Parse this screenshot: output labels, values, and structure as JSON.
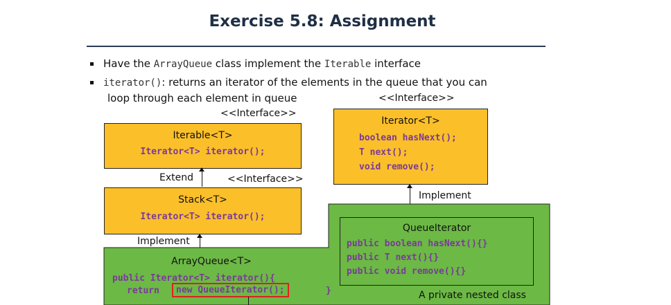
{
  "title": "Exercise 5.8: Assignment",
  "bullets": {
    "b1": {
      "pre": "Have the ",
      "code1": "ArrayQueue",
      "mid": " class implement the ",
      "code2": "Iterable",
      "post": " interface"
    },
    "b2": {
      "code": "iterator()",
      "text1": ": returns an iterator of the elements in the queue that you can",
      "text2": "loop through each element in queue"
    }
  },
  "labels": {
    "interface1": "<<Interface>>",
    "interface2": "<<Interface>>",
    "interface3": "<<Interface>>",
    "extend": "Extend",
    "implement_left": "Implement",
    "implement_right": "Implement",
    "private_nested": "A private nested class"
  },
  "iterable": {
    "name": "Iterable<T>",
    "code": "Iterator<T> iterator();"
  },
  "stack": {
    "name": "Stack<T>",
    "code": "Iterator<T> iterator();"
  },
  "iterator": {
    "name": "Iterator<T>",
    "lines": [
      "boolean hasNext();",
      "T next();",
      "void remove();"
    ]
  },
  "arrayqueue": {
    "name": "ArrayQueue<T>",
    "line1": "public Iterator<T> iterator(){",
    "line2a": "return",
    "line2b": "new QueueIterator();",
    "line2c": "}"
  },
  "queueiterator": {
    "name": "QueueIterator",
    "lines": [
      "public boolean hasNext(){}",
      "public T next(){}",
      "public void remove(){}"
    ]
  },
  "colors": {
    "yellow": "#fbbf2a",
    "green": "#6cb945",
    "code": "#7a3a9a",
    "highlight": "#e02020"
  }
}
